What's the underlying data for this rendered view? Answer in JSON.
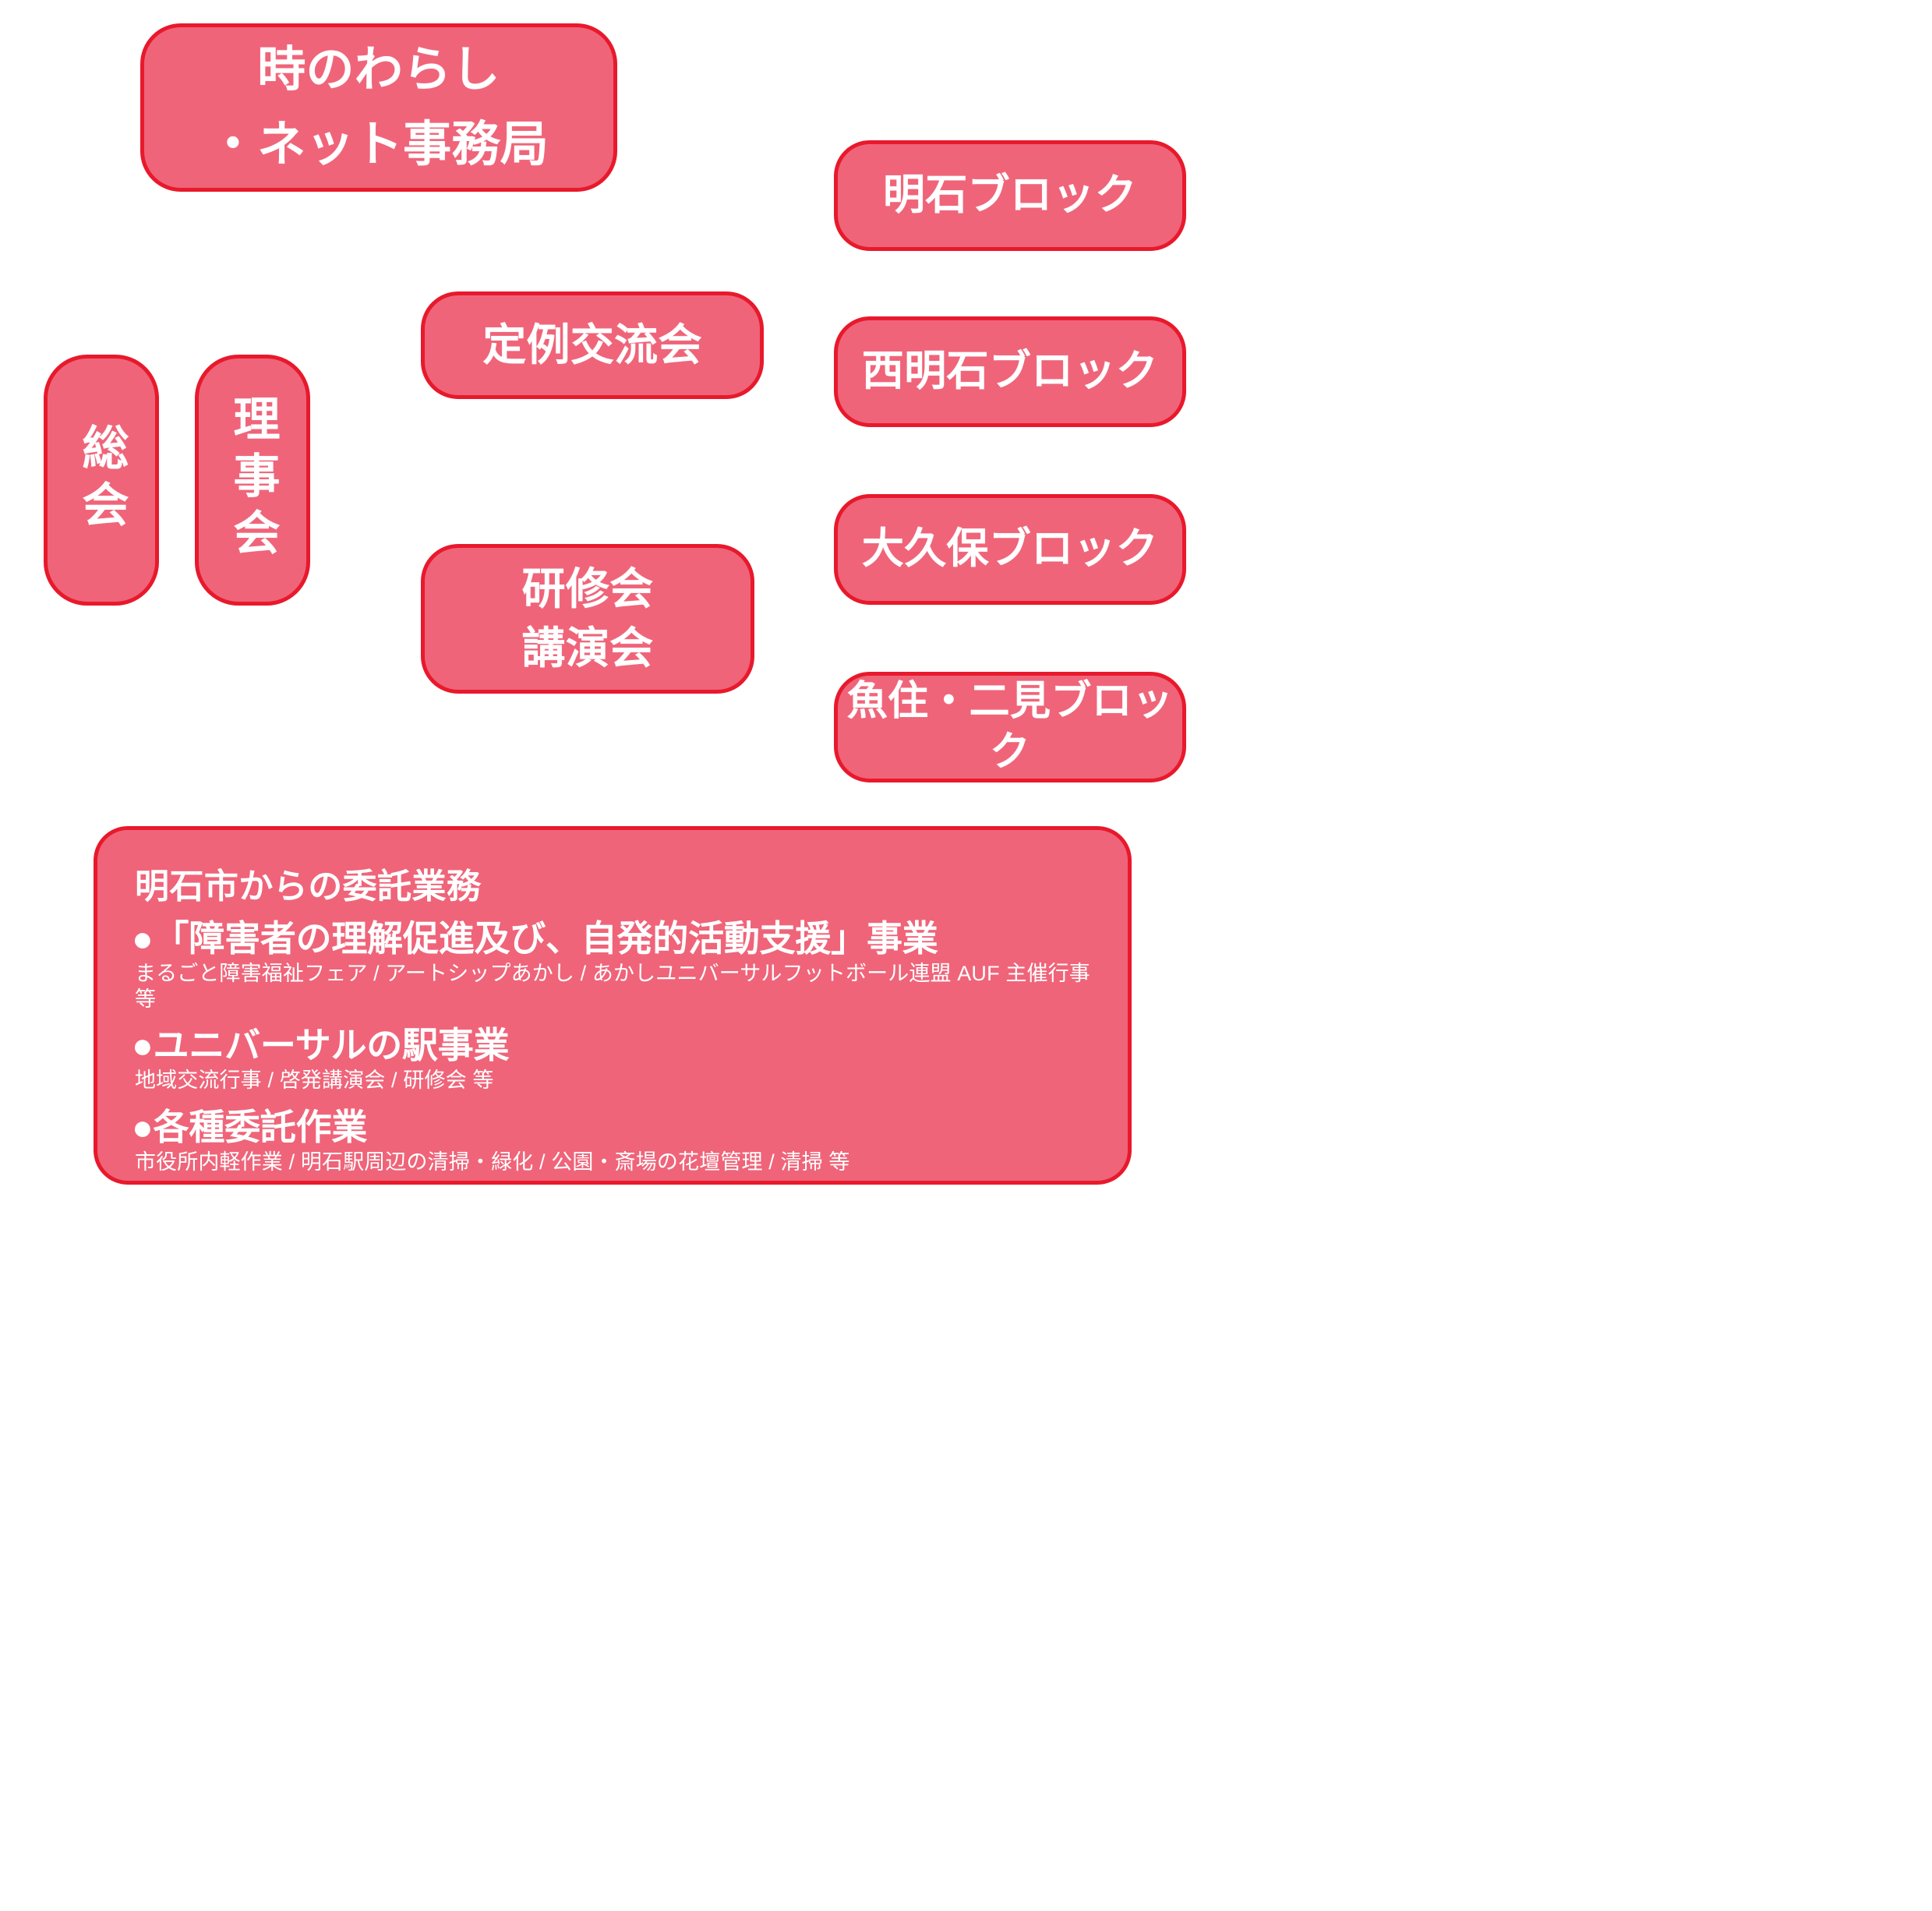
{
  "diagram": {
    "title": "時のわらし・ネット 組織図",
    "colors": {
      "box_fill": "#EF6479",
      "box_border": "#E8192C",
      "connector": "#F3C3CB",
      "text": "#FFFFFF",
      "background": "#FFFFFF"
    }
  },
  "root": {
    "line1": "時のわらし",
    "line2": "・ネット事務局",
    "text": "時のわらし\n・ネット事務局"
  },
  "left_nodes": [
    {
      "label": "総会"
    },
    {
      "label": "理事会"
    }
  ],
  "middle_nodes": [
    {
      "label": "定例交流会"
    },
    {
      "label": "研修会\n講演会"
    }
  ],
  "block_nodes": [
    {
      "label": "明石ブロック"
    },
    {
      "label": "西明石ブロック"
    },
    {
      "label": "大久保ブロック"
    },
    {
      "label": "魚住・二見ブロック"
    }
  ],
  "commission_panel": {
    "title": "明石市からの委託業務",
    "items": [
      {
        "heading": "●「障害者の理解促進及び、自発的活動支援」事業",
        "detail": "まるごと障害福祉フェア / アートシップあかし / あかしユニバーサルフットボール連盟 AUF 主催行事 等"
      },
      {
        "heading": "●ユニバーサルの駅事業",
        "detail": "地域交流行事 / 啓発講演会 / 研修会 等"
      },
      {
        "heading": "●各種委託作業",
        "detail": "市役所内軽作業 / 明石駅周辺の清掃・緑化 / 公園・斎場の花壇管理 / 清掃 等"
      }
    ]
  }
}
